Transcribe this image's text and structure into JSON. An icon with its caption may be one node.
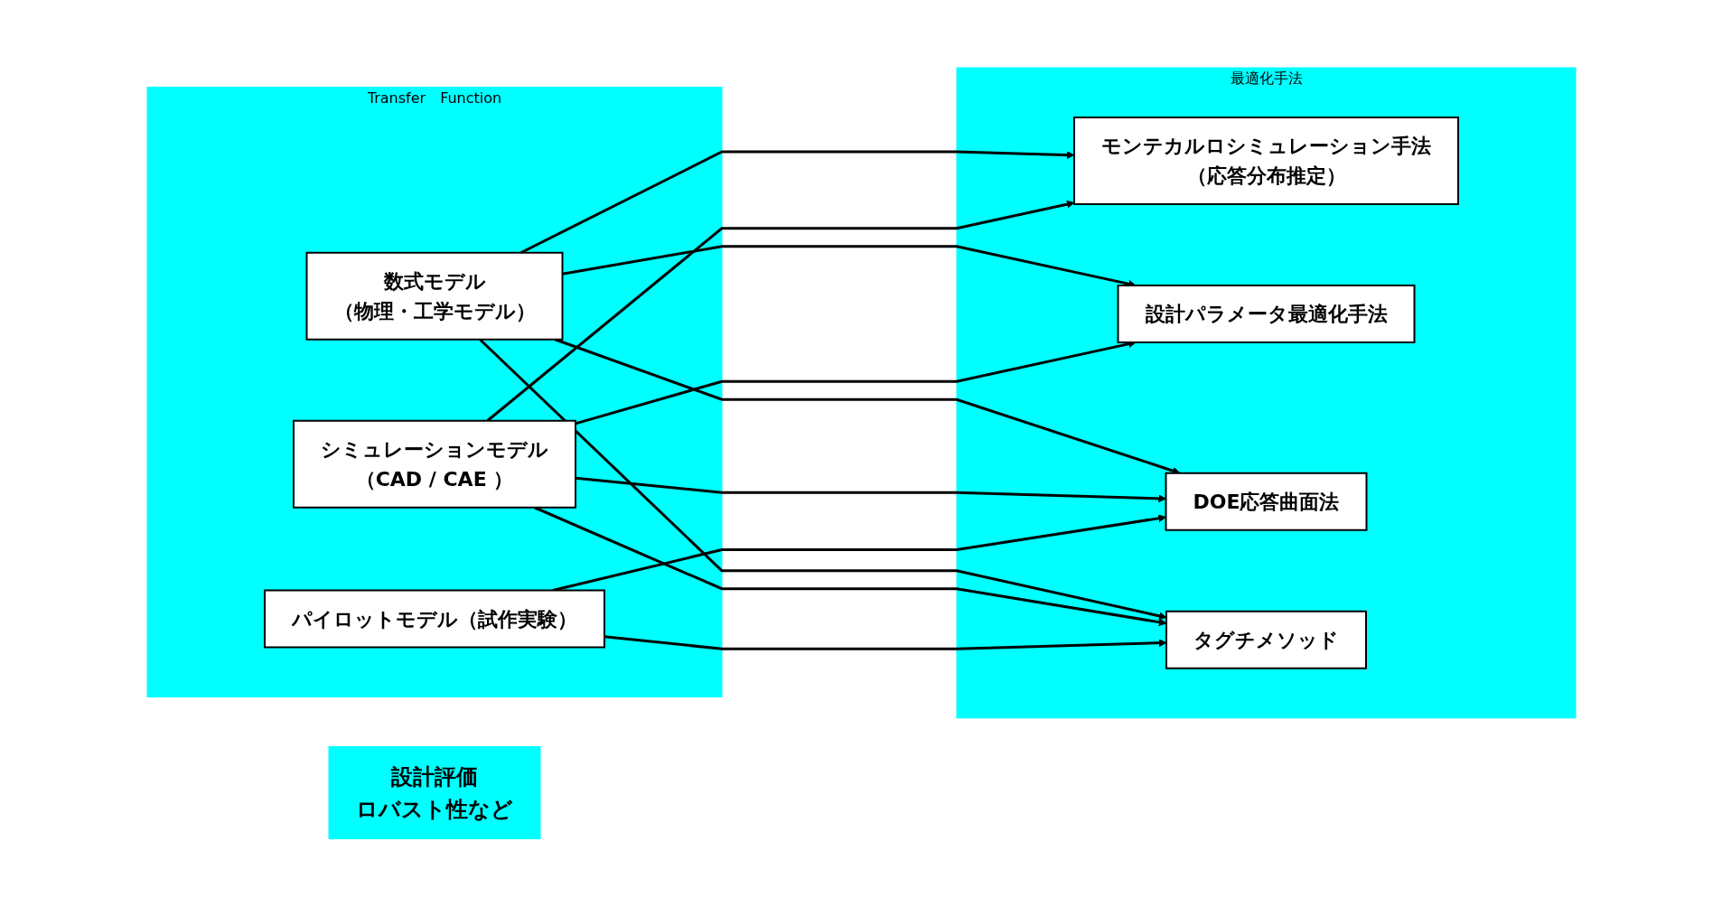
{
  "diagram": {
    "nodes": [
      {
        "text": [
          "Transfer　Function"
        ]
      },
      {
        "text": [
          "数式モデル",
          "（物理・工学モデル）"
        ],
        "in": 0
      },
      {
        "text": [
          "シミュレーションモデル",
          "（CAD / CAE ）"
        ],
        "in": 0
      },
      {
        "text": [
          "パイロットモデル（試作実験）"
        ],
        "in": 0
      },
      {
        "text": [
          "設計評価",
          "ロバスト性など"
        ]
      },
      {
        "text": [
          "最適化手法"
        ]
      },
      {
        "text": [
          "モンテカルロシミュレーション手法",
          "（応答分布推定）"
        ],
        "in": 5
      },
      {
        "text": [
          "設計パラメータ最適化手法"
        ],
        "in": 5
      },
      {
        "text": [
          "DOE応答曲面法"
        ],
        "in": 5
      },
      {
        "text": [
          "タグチメソッド"
        ],
        "in": 5
      }
    ],
    "edges": [
      {
        "from": 1,
        "to": 6,
        "arrow": "to"
      },
      {
        "from": 1,
        "to": 7,
        "arrow": "to"
      },
      {
        "from": 1,
        "to": 8,
        "arrow": "to"
      },
      {
        "from": 1,
        "to": 9,
        "arrow": "to"
      },
      {
        "from": 2,
        "to": 6,
        "arrow": "to"
      },
      {
        "from": 2,
        "to": 7,
        "arrow": "to"
      },
      {
        "from": 2,
        "to": 8,
        "arrow": "to"
      },
      {
        "from": 2,
        "to": 9,
        "arrow": "to"
      },
      {
        "from": 3,
        "to": 8,
        "arrow": "to"
      },
      {
        "from": 3,
        "to": 9,
        "arrow": "to"
      }
    ]
  }
}
